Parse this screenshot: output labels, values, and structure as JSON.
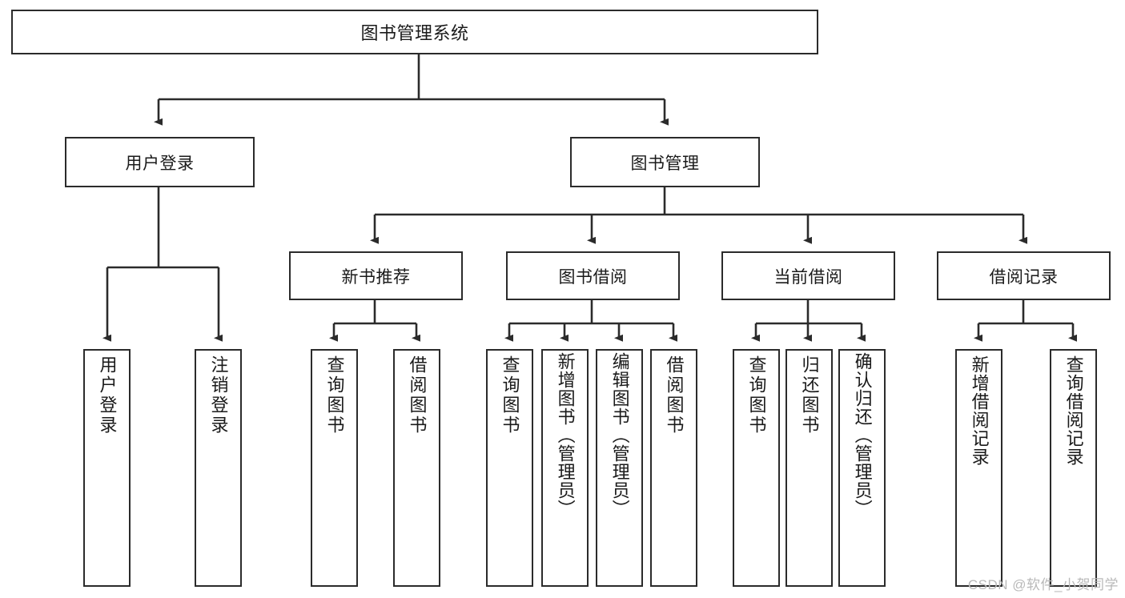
{
  "diagram": {
    "title": "图书管理系统",
    "type": "tree-hierarchy",
    "watermark": "CSDN @软件_小贺同学",
    "colors": {
      "stroke": "#2b2b2b",
      "fill": "#ffffff",
      "text": "#1a1a1a",
      "watermark": "#b9b9b9"
    },
    "nodes": {
      "root": {
        "label": "图书管理系统"
      },
      "level2": [
        {
          "label": "用户登录"
        },
        {
          "label": "图书管理"
        }
      ],
      "level3": [
        {
          "label": "新书推荐"
        },
        {
          "label": "图书借阅"
        },
        {
          "label": "当前借阅"
        },
        {
          "label": "借阅记录"
        }
      ],
      "leaves": {
        "user_login": [
          {
            "label": "用户登录"
          },
          {
            "label": "注销登录"
          }
        ],
        "new_book_recommend": [
          {
            "label": "查询图书"
          },
          {
            "label": "借阅图书"
          }
        ],
        "book_borrow": [
          {
            "label": "查询图书"
          },
          {
            "label": "新增图书（管理员）"
          },
          {
            "label": "编辑图书（管理员）"
          },
          {
            "label": "借阅图书"
          }
        ],
        "current_borrow": [
          {
            "label": "查询图书"
          },
          {
            "label": "归还图书"
          },
          {
            "label": "确认归还（管理员）"
          }
        ],
        "borrow_record": [
          {
            "label": "新增借阅记录"
          },
          {
            "label": "查询借阅记录"
          }
        ]
      }
    }
  }
}
